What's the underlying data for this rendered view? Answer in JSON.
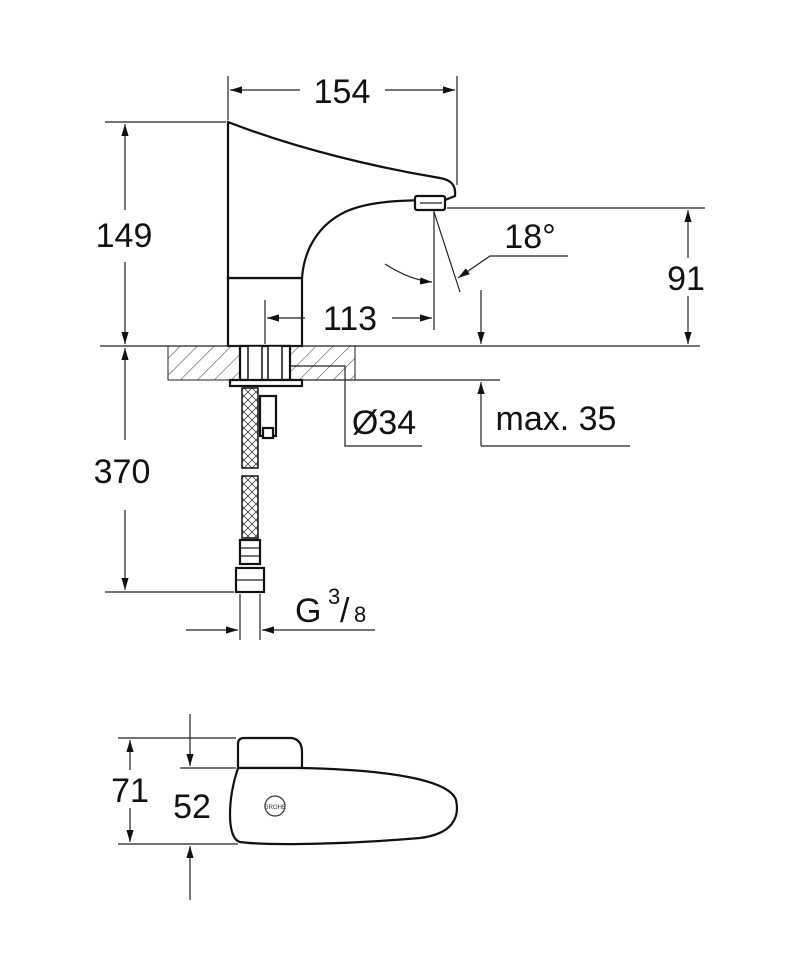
{
  "dimensions": {
    "width_top": "154",
    "height_body": "149",
    "spout_height": "91",
    "spout_angle": "18°",
    "spout_reach": "113",
    "hose_length": "370",
    "hole_diameter": "Ø34",
    "max_thickness": "max. 35",
    "thread": "G",
    "thread_num": "3",
    "thread_slash": "/",
    "thread_den": "8",
    "top_total_depth": "71",
    "top_body_depth": "52"
  },
  "brand_mark": "GROHE"
}
